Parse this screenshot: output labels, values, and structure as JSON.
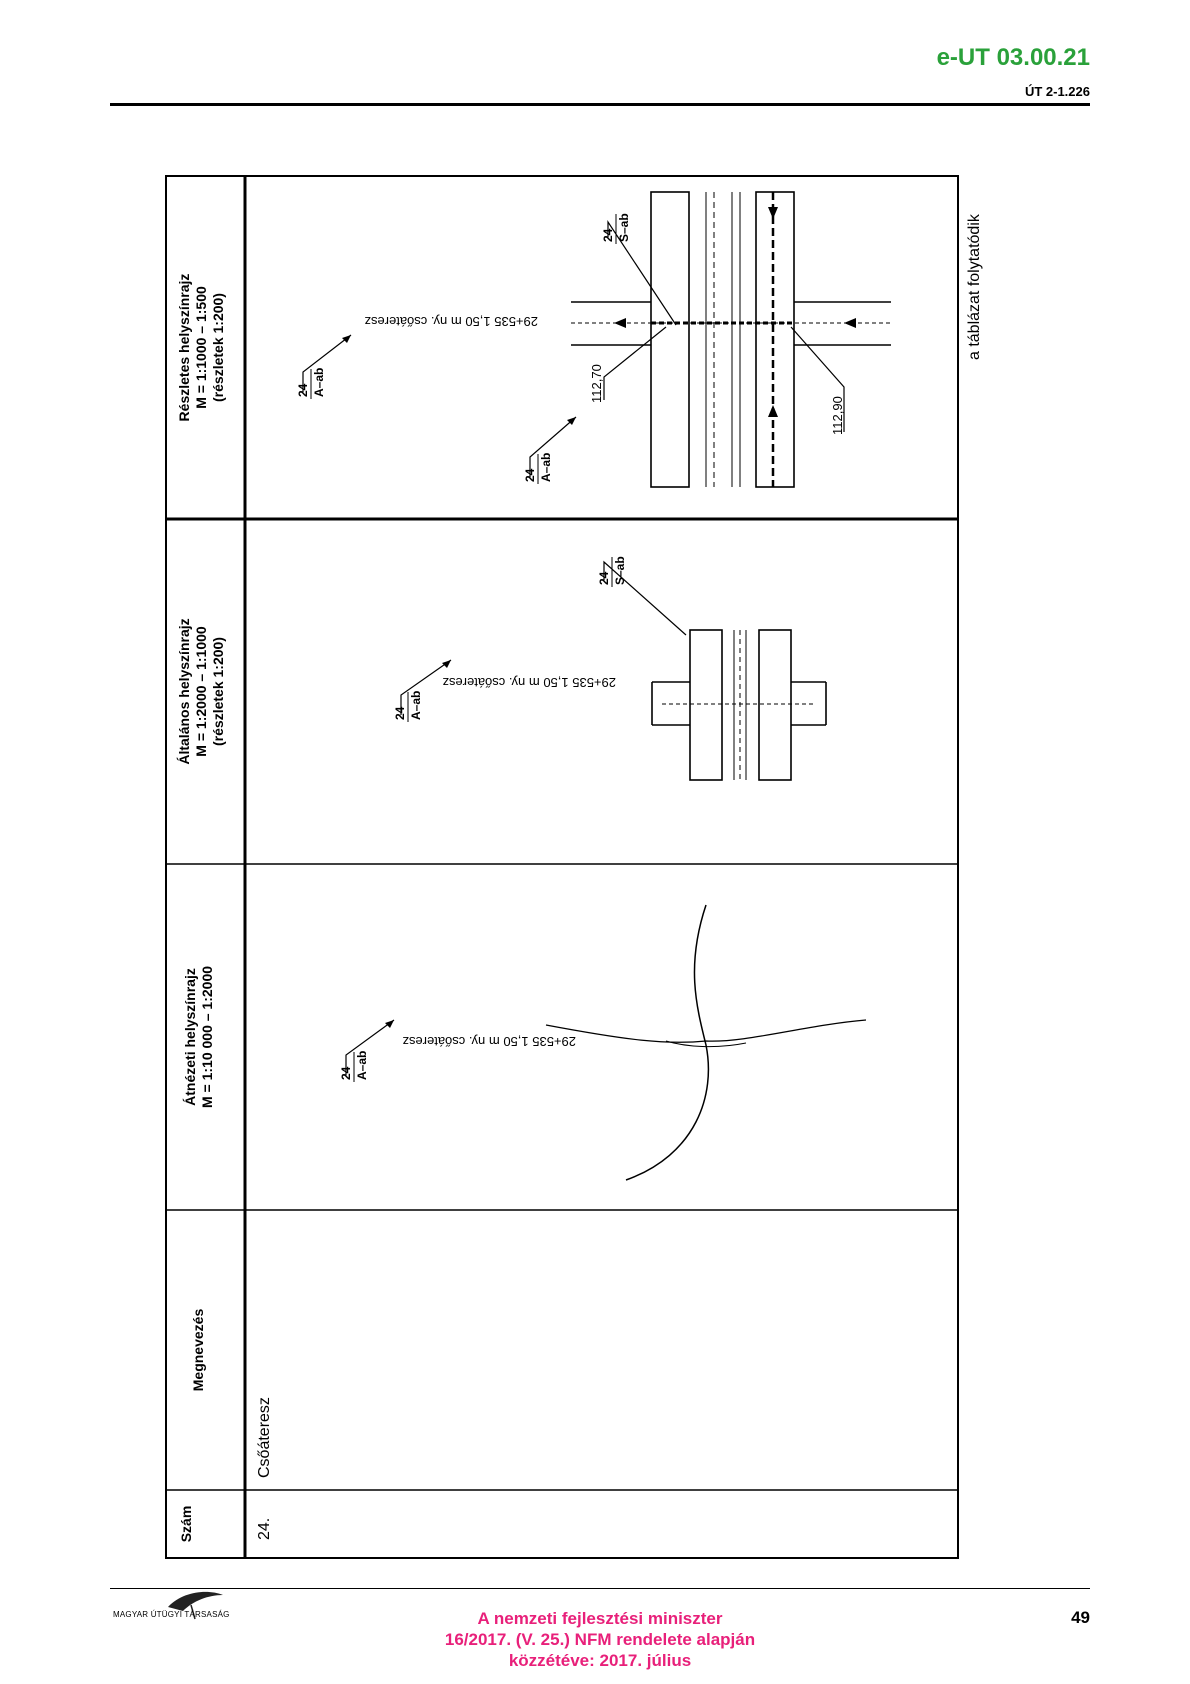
{
  "header": {
    "doc_code": "e-UT 03.00.21",
    "std_code": "ÚT 2-1.226"
  },
  "table": {
    "columns": [
      {
        "lines": [
          "Szám"
        ]
      },
      {
        "lines": [
          "Megnevezés"
        ]
      },
      {
        "lines": [
          "Átnézeti helyszínrajz",
          "M = 1:10 000 – 1:2000"
        ]
      },
      {
        "lines": [
          "Általános helyszínrajz",
          "M = 1:2000 – 1:1000",
          "(részletek 1:200)"
        ]
      },
      {
        "lines": [
          "Részletes helyszínrajz",
          "M = 1:1000 – 1:500",
          "(részletek 1:200)"
        ]
      }
    ],
    "row": {
      "number": "24.",
      "name": "Csőáteresz"
    },
    "continue_note": "a táblázat folytatódik"
  },
  "drawings": {
    "symbol_number": "24",
    "symbol_code_a": "A–ab",
    "symbol_code_s": "S–ab",
    "chainage_label": "29+535 1,50 m ny. csőáteresz",
    "elevation_1": "112,70",
    "elevation_2": "112,90"
  },
  "footer": {
    "logo_text": "MAGYAR ÚTÜGYI TÁRSASÁG",
    "line1": "A nemzeti fejlesztési miniszter",
    "line2": "16/2017. (V. 25.) NFM rendelete alapján",
    "line3": "közzétéve: 2017. július",
    "page_number": "49"
  }
}
